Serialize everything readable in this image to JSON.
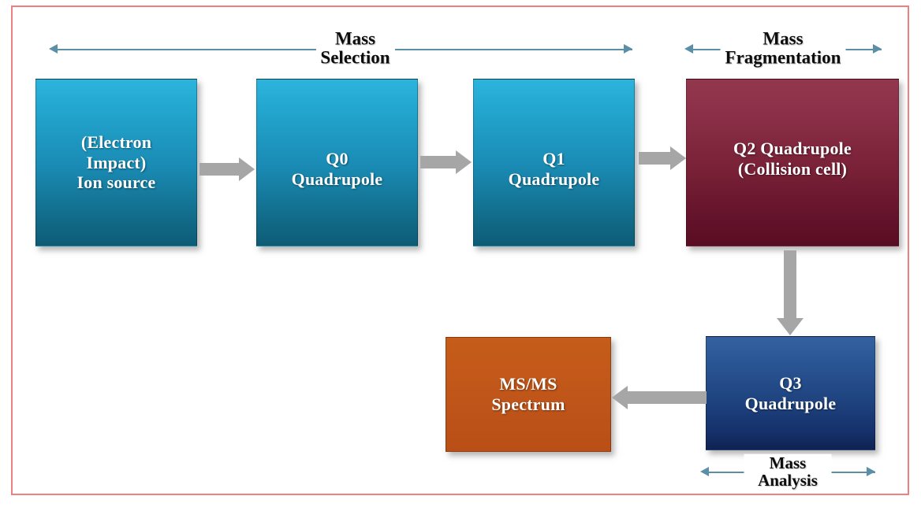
{
  "diagram": {
    "title_text_color": "#0d0d0d",
    "frame_color": "#f08080",
    "arrow_gray": "#a6a6a6",
    "arrow_blue": "#5b8fa8",
    "boxes": [
      {
        "id": "ion-source",
        "label": "(Electron\nImpact)\nIon source",
        "color": "#1a8bb4",
        "kind": "cyan"
      },
      {
        "id": "q0-quadrupole",
        "label": "Q0\nQuadrupole",
        "color": "#1a8bb4",
        "kind": "cyan"
      },
      {
        "id": "q1-quadrupole",
        "label": "Q1\nQuadrupole",
        "color": "#1a8bb4",
        "kind": "cyan"
      },
      {
        "id": "q2-collision-cell",
        "label": "Q2 Quadrupole\n(Collision cell)",
        "color": "#761f35",
        "kind": "red"
      },
      {
        "id": "q3-quadrupole",
        "label": "Q3\nQuadrupole",
        "color": "#1f4480",
        "kind": "blue"
      },
      {
        "id": "msms-spectrum",
        "label": "MS/MS\nSpectrum",
        "color": "#c0551a",
        "kind": "orange"
      }
    ],
    "span_labels": [
      {
        "id": "mass-selection",
        "label": "Mass\nSelection"
      },
      {
        "id": "mass-fragmentation",
        "label": "Mass\nFragmentation"
      },
      {
        "id": "mass-analysis",
        "label": "Mass Analysis"
      }
    ],
    "connectors": [
      {
        "id": "ion-source-to-q0",
        "direction": "right"
      },
      {
        "id": "q0-to-q1",
        "direction": "right"
      },
      {
        "id": "q1-to-q2",
        "direction": "right"
      },
      {
        "id": "q2-to-q3",
        "direction": "down"
      },
      {
        "id": "q3-to-msms",
        "direction": "left"
      }
    ]
  }
}
